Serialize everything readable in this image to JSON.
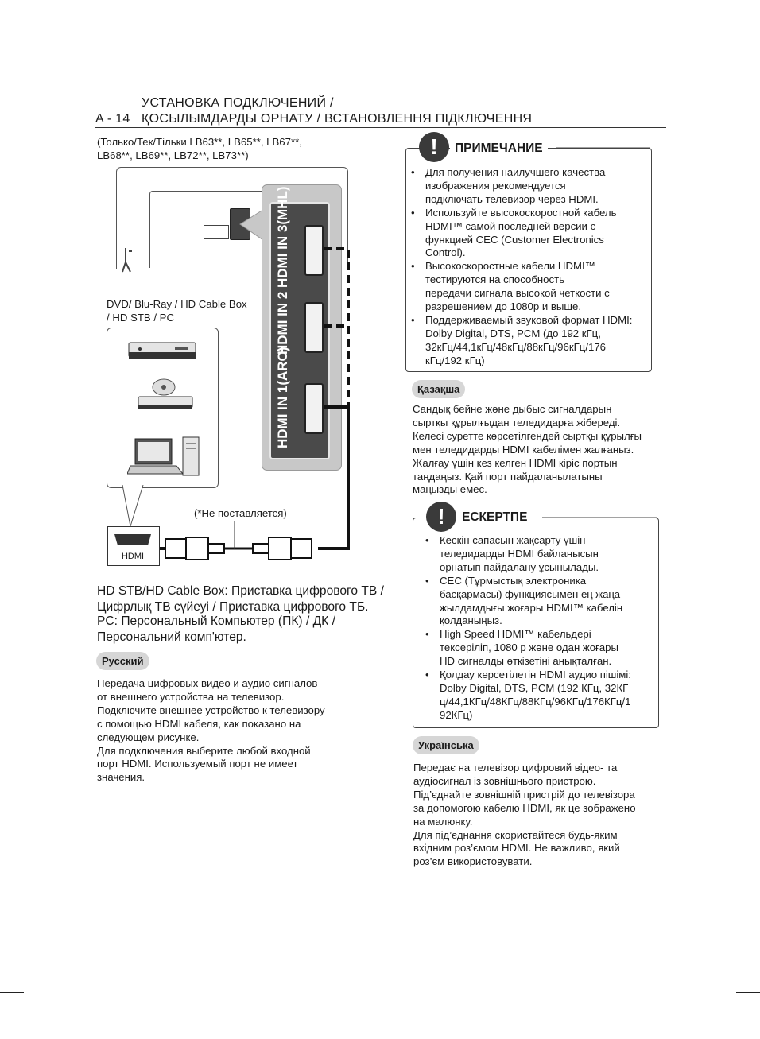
{
  "header": {
    "page_num": "A - 14",
    "title_line1": "УСТАНОВКА ПОДКЛЮЧЕНИЙ /",
    "title_line2": "ҚОСЫЛЫМДАРДЫ ОРНАТУ / ВСТАНОВЛЕННЯ ПІДКЛЮЧЕННЯ"
  },
  "models_note": "(Только/Тек/Тільки LB63**, LB65**, LB67**,\nLB68**, LB69**, LB72**, LB73**)",
  "diagram": {
    "ports": [
      "HDMI IN 3(MHL)",
      "HDMI IN 2",
      "HDMI IN 1(ARC)"
    ],
    "device_label": "DVD/ Blu-Ray / HD Cable Box\n/ HD STB / PC",
    "hdmi_label": "HDMI",
    "not_provided": "(*Не поставляется)"
  },
  "abbrev": {
    "line1": "HD STB/HD Cable Box: Приставка цифрового ТВ /\n     Цифрлық ТВ сүйеуі / Приставка цифрового ТБ.",
    "line2": "PC: Персональный Компьютер (ПК) / ДК /\n     Персональний комп'ютер."
  },
  "russian": {
    "tag": "Русский",
    "text": "Передача цифровых видео и аудио сигналов\nот внешнего устройства на телевизор.\nПодключите внешнее устройство к телевизору\nс помощью HDMI кабеля, как показано на\nследующем рисунке.\nДля подключения выберите любой входной\nпорт HDMI. Используемый порт не имеет\nзначения."
  },
  "note_ru": {
    "title": "ПРИМЕЧАНИЕ",
    "items": [
      "Для получения наилучшего качества\nизображения рекомендуется\nподключать телевизор через HDMI.",
      "Используйте высокоскоростной кабель\nHDMI™ самой последней версии с\nфункцией CEC (Customer Electronics\nControl).",
      "Высокоскоростные кабели HDMI™\nтестируются на способность\nпередачи сигнала высокой четкости с\nразрешением до 1080p и выше.",
      "Поддерживаемый звуковой формат HDMI:\nDolby Digital, DTS, PCM (до 192 кГц,\n32кГц/44,1кГц/48кГц/88кГц/96кГц/176\nкГц/192 кГц)"
    ]
  },
  "kazakh": {
    "tag": "Қазақша",
    "text": "Сандық бейне және дыбыс сигналдарын\nсыртқы құрылғыдан теледидарға жібереді.\nКелесі суретте көрсетілгендей сыртқы құрылғы\nмен теледидарды HDMI кабелімен жалғаңыз.\nЖалғау үшін кез келген HDMI кіріс портын\nтаңдаңыз. Қай порт пайдаланылатыны\nмаңызды емес."
  },
  "note_kz": {
    "title": "ЕСКЕРТПЕ",
    "items": [
      "Кескін сапасын жақсарту үшін\nтеледидарды HDMI байланысын\nорнатып пайдалану ұсынылады.",
      "CEC (Тұрмыстық электроника\nбасқармасы) функциясымен ең жаңа\nжылдамдығы жоғары HDMI™ кабелін\nқолданыңыз.",
      "High Speed HDMI™ кабельдері\nтексеріліп, 1080 р және одан жоғары\nHD сигналды өткізетіні анықталған.",
      "Қолдау көрсетілетін HDMI аудио пішімі:\nDolby Digital, DTS, PCM (192 КГц, 32КГ\nц/44,1КГц/48КГц/88КГц/96КГц/176КГц/1\n92КГц)"
    ]
  },
  "ukrainian": {
    "tag": "Українська",
    "text": "Передає на телевізор цифровий відео- та\nаудіосигнал із зовнішнього пристрою.\nПід’єднайте зовнішній пристрій до телевізора\nза допомогою кабелю HDMI, як це зображено\nна малюнку.\nДля під’єднання скористайтеся будь-яким\nвхідним роз’ємом HDMI. Не важливо, який\nроз’єм використовувати."
  }
}
